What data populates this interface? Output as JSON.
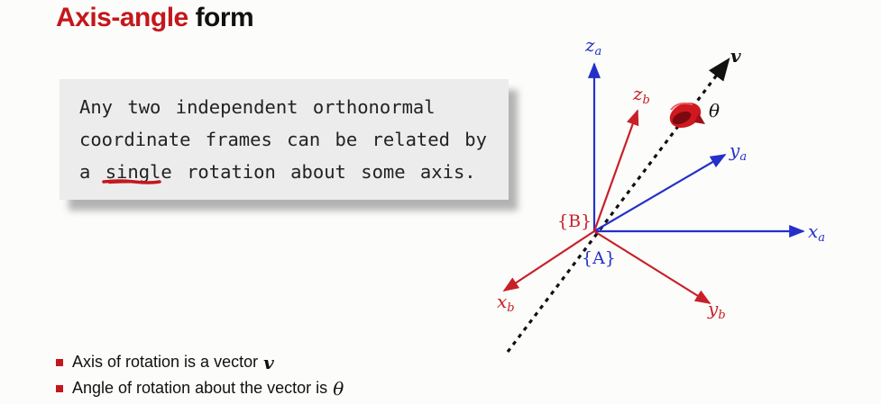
{
  "title": {
    "part1": "Axis-angle",
    "part2": "form"
  },
  "note": {
    "line1": "Any two independent orthonormal",
    "line2": "coordinate frames can be related by",
    "line3_pre": "a ",
    "line3_underlined": "single",
    "line3_post": " rotation about some axis."
  },
  "bullets": [
    {
      "text": "Axis of rotation is a vector",
      "symbol": "v"
    },
    {
      "text": "Angle of rotation about the vector is",
      "symbol": "θ"
    }
  ],
  "diagram": {
    "frame_b": "{B}",
    "frame_a": "{A}",
    "axis_labels": {
      "za": {
        "base": "z",
        "sub": "a"
      },
      "ya": {
        "base": "y",
        "sub": "a"
      },
      "xa": {
        "base": "x",
        "sub": "a"
      },
      "zb": {
        "base": "z",
        "sub": "b"
      },
      "yb": {
        "base": "y",
        "sub": "b"
      },
      "xb": {
        "base": "x",
        "sub": "b"
      }
    },
    "v_label": "v",
    "theta_label": "θ",
    "colors": {
      "frame_a": "#2430c8",
      "frame_b": "#c8202a",
      "axis": "#111111",
      "accent": "#c4171c"
    }
  }
}
